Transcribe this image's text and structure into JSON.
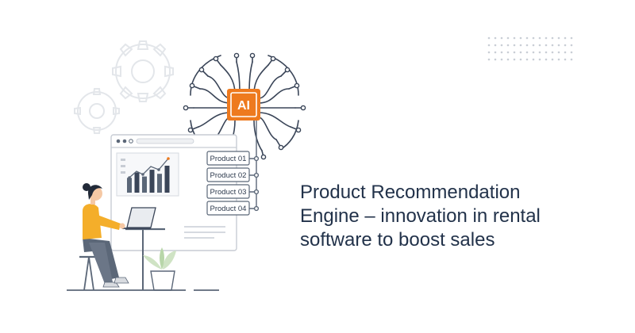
{
  "headline": {
    "line1": "Product Recommendation",
    "line2": "Engine – innovation in rental",
    "line3": "software to boost sales"
  },
  "ai_chip": {
    "label": "AI"
  },
  "products": [
    "Product 01",
    "Product 02",
    "Product 03",
    "Product 04"
  ],
  "chart": {
    "bar_heights": [
      0.55,
      0.75,
      0.6,
      0.85,
      0.7,
      1.0
    ]
  },
  "colors": {
    "accent": "#ee7a1e",
    "ink": "#2d3a4d",
    "line": "#5b6778",
    "soft": "#e6e9ee",
    "headline": "#22324a"
  }
}
